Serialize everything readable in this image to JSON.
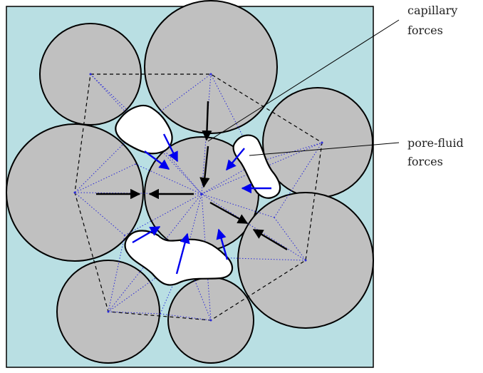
{
  "labels": {
    "capillary_line1": "capillary",
    "capillary_line2": "forces",
    "porefluid_line1": "pore-fluid",
    "porefluid_line2": "forces"
  },
  "colors": {
    "background": "#b9dfe3",
    "particle": "#c0c0c0",
    "outline": "#000000",
    "blue_force": "#0000ee",
    "black_force": "#000000",
    "network_dash": "#000000",
    "network_dotted": "#2a2ad8",
    "meniscus_fill": "#ffffff"
  }
}
